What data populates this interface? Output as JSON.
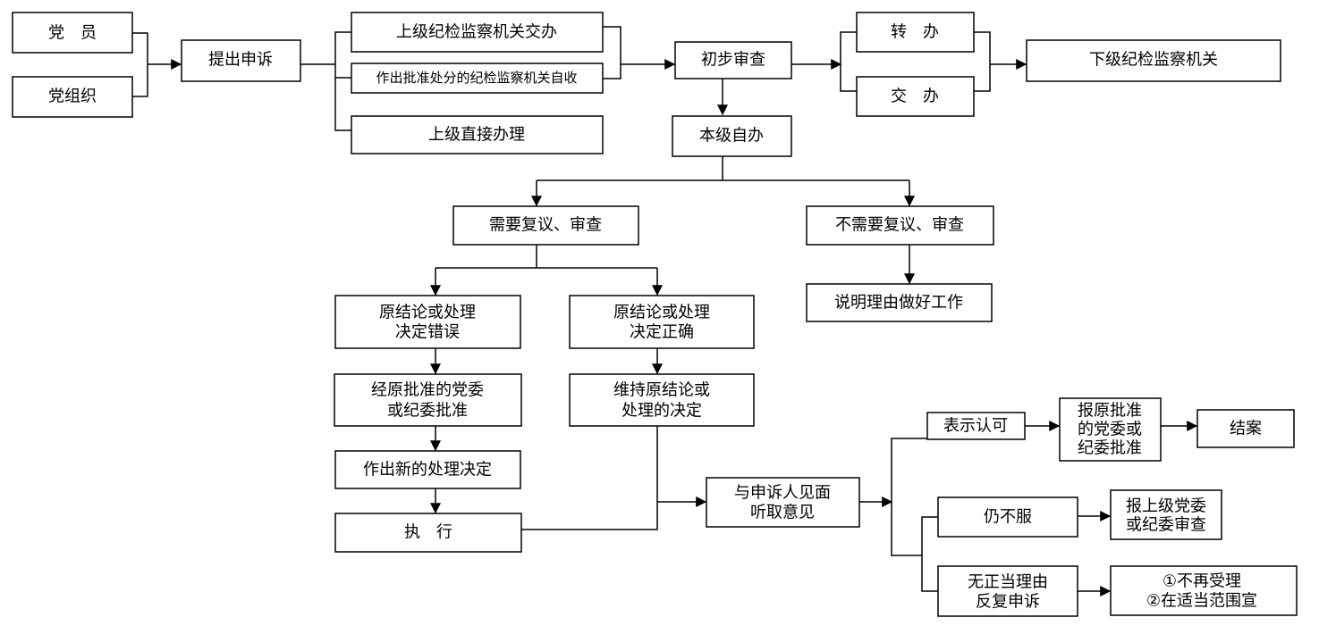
{
  "nodes": {
    "party_member": "党　员",
    "party_org": "党组织",
    "appeal": "提出申诉",
    "upper_assigned": "上级纪检监察机关交办",
    "self_accept": "作出批准处分的纪检监察机关自收",
    "upper_direct": "上级直接办理",
    "prelim_review": "初步审查",
    "transfer": "转　办",
    "assign": "交　办",
    "lower_org": "下级纪检监察机关",
    "self_handle": "本级自办",
    "need_review": "需要复议、审查",
    "no_review": "不需要复议、审查",
    "explain": "说明理由做好工作",
    "orig_wrong": [
      "原结论或处理",
      "决定错误"
    ],
    "orig_right": [
      "原结论或处理",
      "决定正确"
    ],
    "approve_by_orig": [
      "经原批准的党委",
      "或纪委批准"
    ],
    "keep_orig": [
      "维持原结论或",
      "处理的决定"
    ],
    "new_decision": "作出新的处理决定",
    "execute": "执　行",
    "meet": [
      "与申诉人见面",
      "听取意见"
    ],
    "agree": "表示认可",
    "report_orig": [
      "报原批准",
      "的党委或",
      "纪委批准"
    ],
    "close_case": "结案",
    "still_refuse": "仍不服",
    "report_upper": [
      "报上级党委",
      "或纪委审查"
    ],
    "no_reason": [
      "无正当理由",
      "反复申诉"
    ],
    "no_more": [
      "①不再受理",
      "②在适当范围宣"
    ]
  }
}
